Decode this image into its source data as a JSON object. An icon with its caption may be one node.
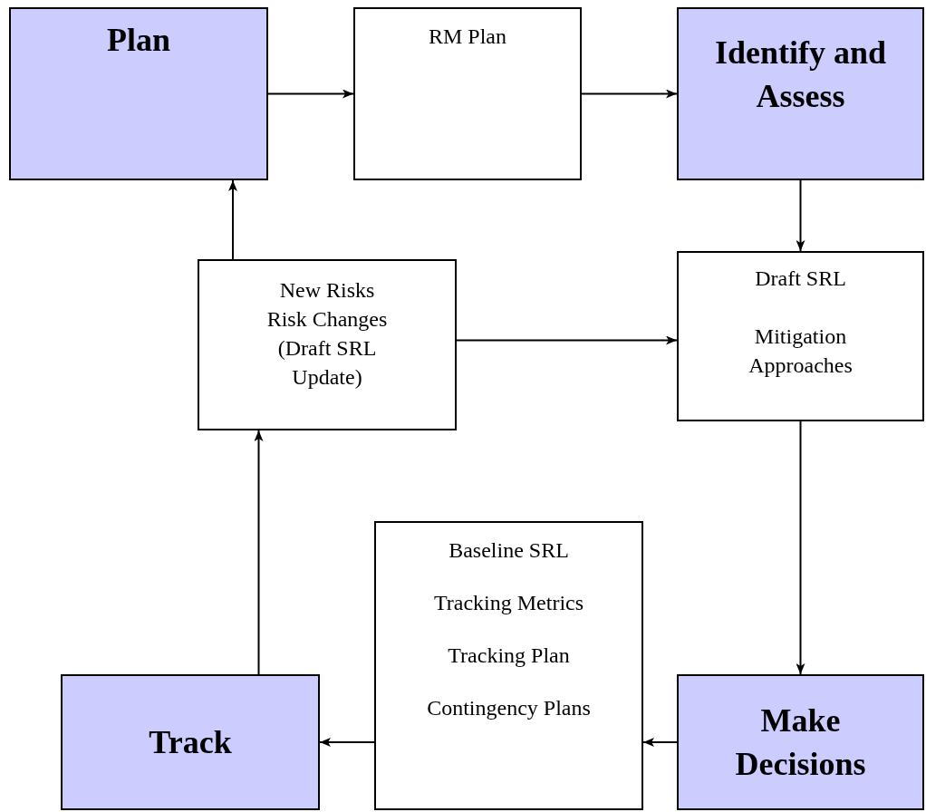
{
  "diagram": {
    "nodes": [
      {
        "text": [
          "Plan"
        ]
      },
      {
        "text": [
          "RM Plan"
        ]
      },
      {
        "text": [
          "Identify and Assess"
        ]
      },
      {
        "text": [
          "New Risks",
          "Risk Changes",
          "(Draft SRL Update)"
        ]
      },
      {
        "text": [
          "Draft SRL",
          "Mitigation Approaches"
        ]
      },
      {
        "text": [
          "Baseline SRL",
          "Tracking Metrics",
          "Tracking Plan",
          "Contingency Plans"
        ]
      },
      {
        "text": [
          "Track"
        ]
      },
      {
        "text": [
          "Make Decisions"
        ]
      }
    ],
    "edges": [
      {
        "from": 0,
        "to": 1,
        "arrow": "to"
      },
      {
        "from": 1,
        "to": 2,
        "arrow": "to"
      },
      {
        "from": 2,
        "to": 4,
        "arrow": "to"
      },
      {
        "from": 3,
        "to": 0,
        "arrow": "to"
      },
      {
        "from": 3,
        "to": 4,
        "arrow": "to"
      },
      {
        "from": 4,
        "to": 7,
        "arrow": "to"
      },
      {
        "from": 7,
        "to": 5,
        "arrow": "to"
      },
      {
        "from": 5,
        "to": 6,
        "arrow": "to"
      },
      {
        "from": 6,
        "to": 3,
        "arrow": "to"
      }
    ]
  }
}
